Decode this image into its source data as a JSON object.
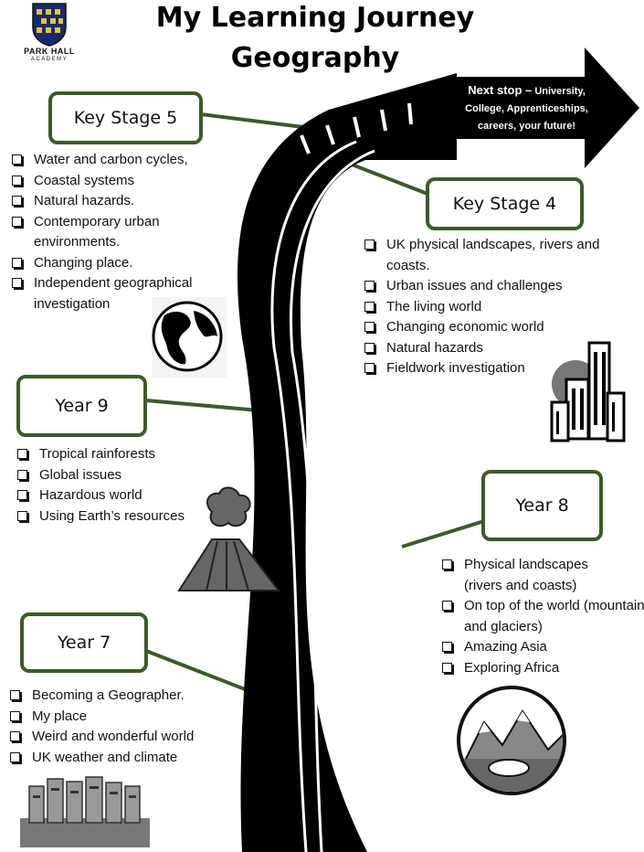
{
  "title": {
    "line1": "My Learning Journey",
    "line2": "Geography"
  },
  "school": {
    "name": "PARK HALL",
    "sub": "ACADEMY"
  },
  "next_stop": {
    "lead": "Next stop –",
    "line1": " University,",
    "line2": "College, Apprenticeships,",
    "line3": "careers, your future!"
  },
  "stages": {
    "ks5": {
      "label": "Key Stage 5",
      "topics": [
        "Water and carbon cycles,",
        "Coastal systems",
        "Natural hazards.",
        "Contemporary urban environments.",
        "Changing place.",
        "Independent geographical investigation"
      ]
    },
    "ks4": {
      "label": "Key Stage 4",
      "topics": [
        " UK physical landscapes, rivers and coasts.",
        "Urban issues and challenges",
        "The living world",
        "Changing economic world",
        "Natural hazards",
        "Fieldwork investigation"
      ]
    },
    "y9": {
      "label": "Year 9",
      "topics": [
        "Tropical rainforests",
        "Global issues",
        "Hazardous world",
        "Using Earth’s resources"
      ]
    },
    "y8": {
      "label": "Year 8",
      "topics": [
        "Physical landscapes (rivers and coasts)",
        "On top of the world (mountains and glaciers)",
        "Amazing Asia",
        "Exploring Africa"
      ]
    },
    "y7": {
      "label": "Year 7",
      "topics": [
        "Becoming a Geographer.",
        "My place",
        "Weird and wonderful world",
        "UK weather and climate"
      ]
    }
  },
  "colors": {
    "box_border": "#3d5a28",
    "connector": "#3d5a28",
    "road": "#000000"
  },
  "icons": [
    "park-hall-crest-icon",
    "globe-icon",
    "city-buildings-icon",
    "volcano-icon",
    "mountains-icon",
    "easter-island-statues-icon",
    "arrow-right-icon"
  ]
}
